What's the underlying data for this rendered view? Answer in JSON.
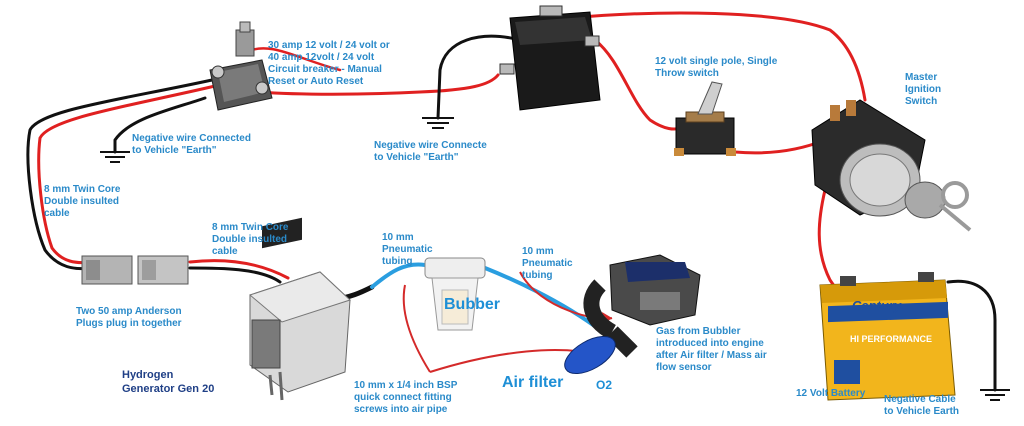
{
  "labels": {
    "breaker": "30 amp 12 volt / 24 volt or\n40 amp 12volt / 24 volt\nCircuit breaker  - Manual\nReset or Auto Reset",
    "neg_earth_left": "Negative wire Connected\nto Vehicle \"Earth\"",
    "neg_earth_mid": "Negative wire Connecte\nto Vehicle \"Earth\"",
    "switch": "12 volt single pole, Single\nThrow switch",
    "master": "Master\nIgnition\nSwitch",
    "cable_left": "8 mm Twin Core\nDouble insulted\ncable",
    "cable_mid": "8 mm Twin Core\nDouble insulted\ncable",
    "tubing_left": "10 mm\nPneumatic\ntubing",
    "tubing_right": "10 mm\nPneumatic\ntubing",
    "anderson": "Two 50 amp Anderson\nPlugs plug in together",
    "bubber": "Bubber",
    "gas": "Gas from Bubbler\nintroduced into engine\nafter Air filter / Mass air\nflow sensor",
    "generator": "Hydrogen\nGenerator Gen 20",
    "bsp": "10 mm x 1/4 inch BSP\nquick connect fitting\nscrews into air pipe",
    "air_filter": "Air filter",
    "o2": "O2",
    "battery": "12 Volt Battery",
    "neg_cable": "Negative Cable\nto Vehicle Earth",
    "battery_brand": "Century",
    "battery_model": "HI PERFORMANCE"
  },
  "colors": {
    "wire_red": "#e02020",
    "wire_black": "#111111",
    "tube_blue": "#2a9ee0",
    "annot_red": "#d42a2a",
    "label_blue": "#2a8ac9",
    "battery_yellow": "#f2b51c"
  }
}
